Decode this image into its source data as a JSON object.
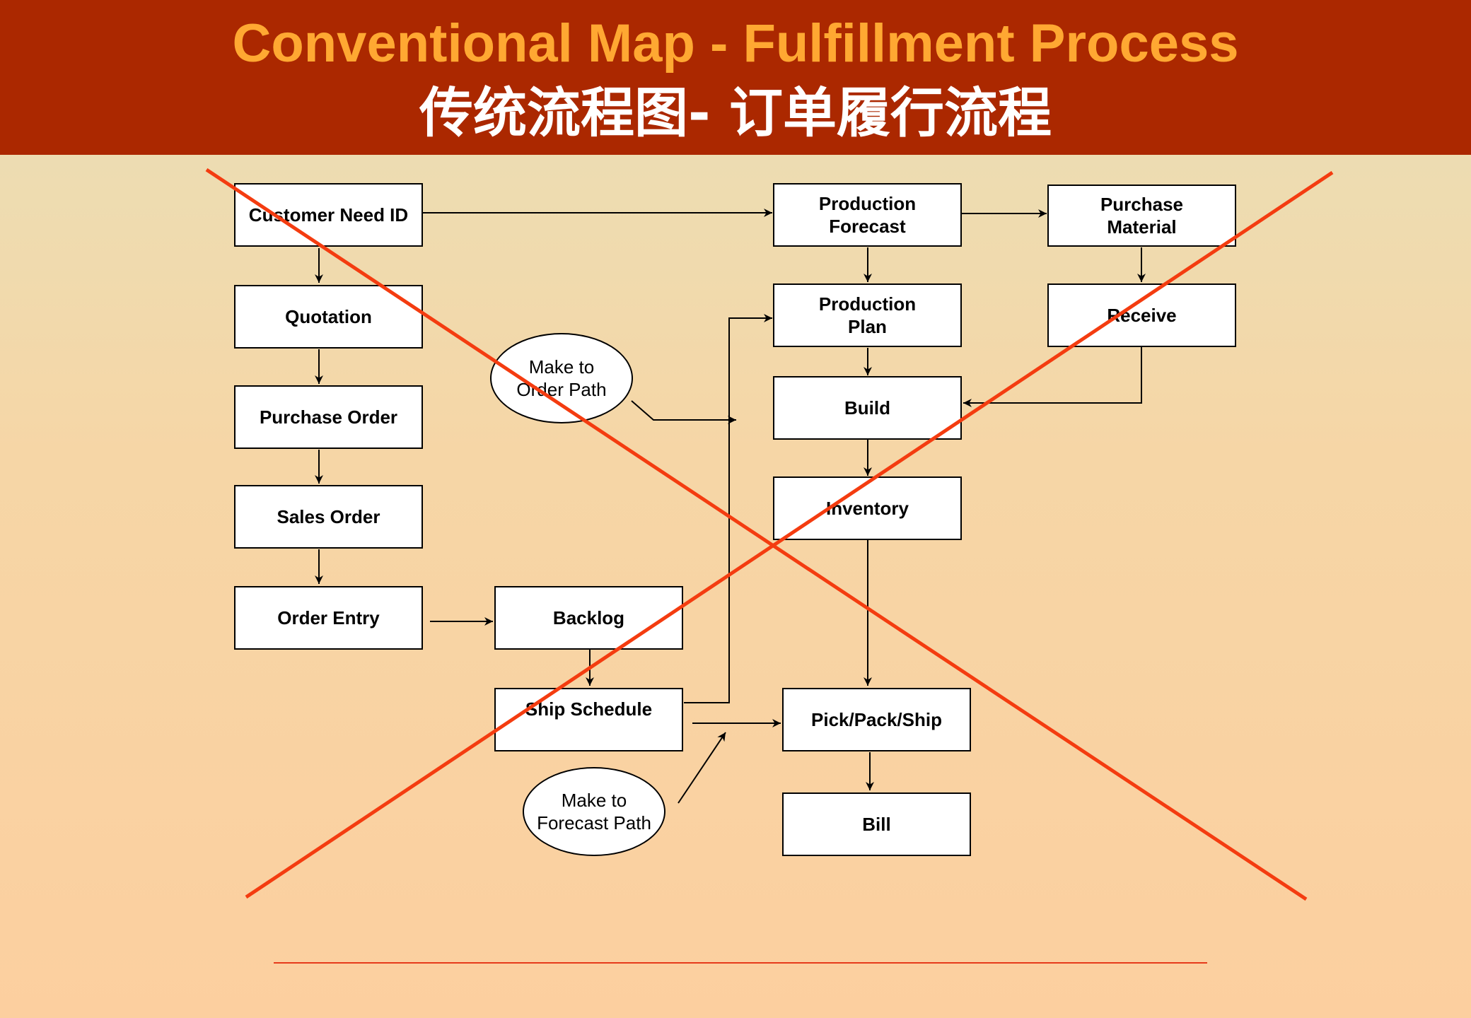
{
  "title": {
    "english": "Conventional Map - Fulfillment Process",
    "chinese": "传统流程图- 订单履行流程"
  },
  "boxes": {
    "customer_need_id": "Customer Need ID",
    "quotation": "Quotation",
    "purchase_order": "Purchase Order",
    "sales_order": "Sales Order",
    "order_entry": "Order Entry",
    "backlog": "Backlog",
    "ship_schedule": "Ship Schedule",
    "production_forecast": "Production\nForecast",
    "purchase_material": "Purchase\nMaterial",
    "production_plan": "Production\nPlan",
    "receive": "Receive",
    "build": "Build",
    "inventory": "Inventory",
    "pick_pack_ship": "Pick/Pack/Ship",
    "bill": "Bill"
  },
  "ovals": {
    "make_to_order": "Make to\nOrder Path",
    "make_to_forecast": "Make to\nForecast Path"
  },
  "colors": {
    "header_background": "#ab2800",
    "title_english": "#ffa832",
    "title_chinese": "#ffffff",
    "cross_out": "#f43c10"
  }
}
